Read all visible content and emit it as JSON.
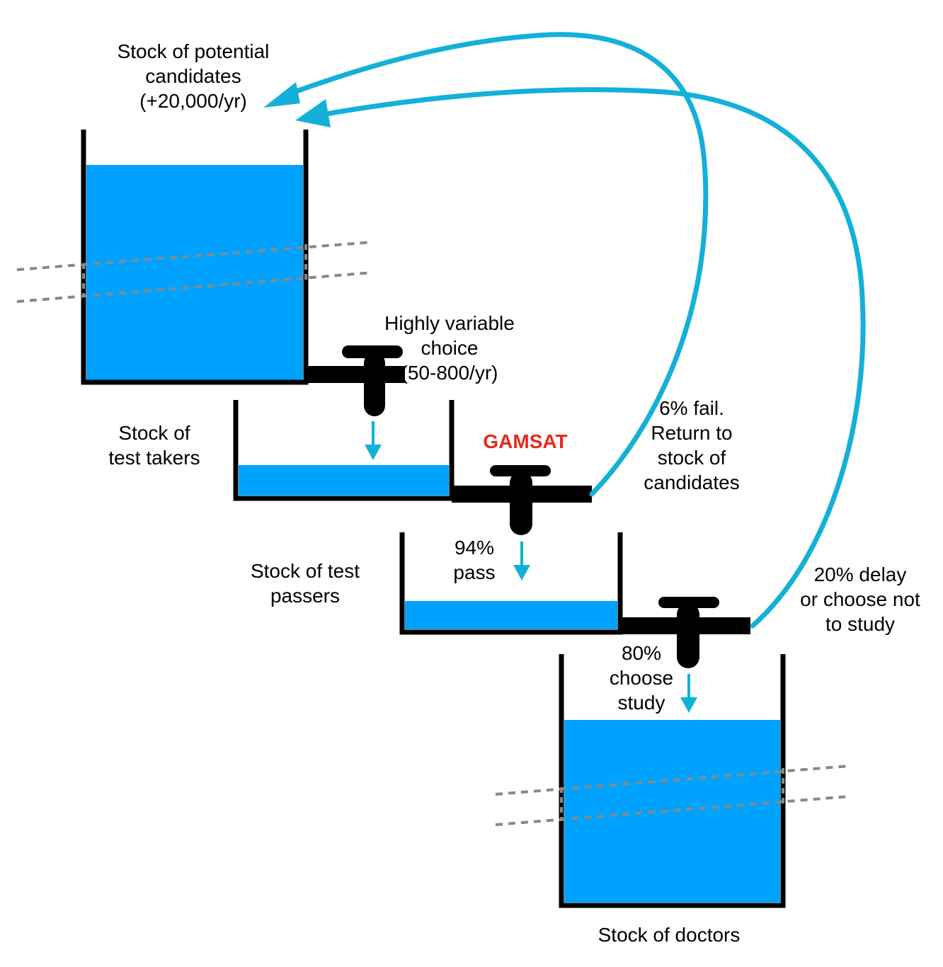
{
  "labels": {
    "potential_candidates": [
      "Stock of potential",
      "candidates",
      "(+20,000/yr)"
    ],
    "variable_choice": [
      "Highly variable",
      "choice",
      "(50-800/yr)"
    ],
    "test_takers": [
      "Stock of",
      "test takers"
    ],
    "gamsat": "GAMSAT",
    "fail": [
      "6% fail.",
      "Return to",
      "stock of",
      "candidates"
    ],
    "pass": [
      "94%",
      "pass"
    ],
    "test_passers": [
      "Stock of test",
      "passers"
    ],
    "delay": [
      "20% delay",
      "or choose not",
      "to study"
    ],
    "choose_study": [
      "80%",
      "choose",
      "study"
    ],
    "doctors": "Stock of doctors"
  },
  "colors": {
    "water": "#00a2ff",
    "flow_arrow": "#13b0d8",
    "outline": "#000000",
    "gamsat": "#e8281b",
    "break_line": "#7f8c8a"
  },
  "icons": {
    "valve": "tap-valve-icon",
    "flow": "down-arrow-icon",
    "feedback": "curved-arrow-icon"
  }
}
